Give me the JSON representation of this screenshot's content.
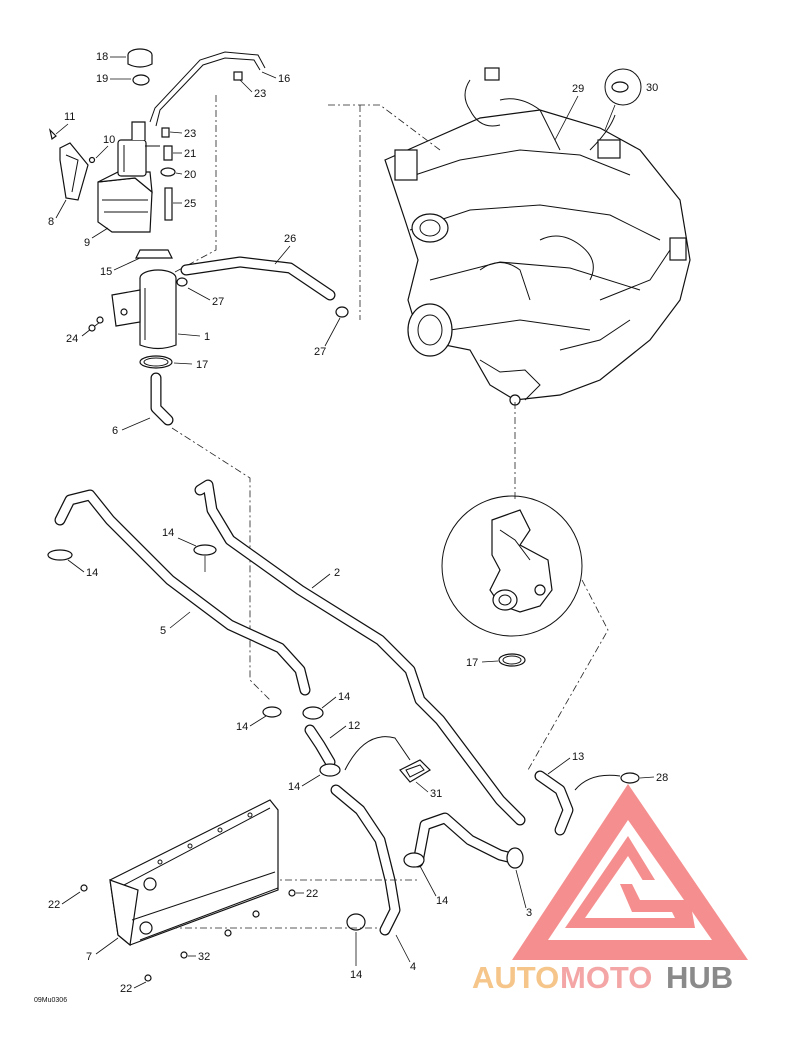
{
  "callouts": {
    "c1": "1",
    "c2": "2",
    "c3": "3",
    "c4": "4",
    "c5": "5",
    "c6": "6",
    "c7": "7",
    "c8": "8",
    "c9": "9",
    "c10": "10",
    "c11": "11",
    "c12": "12",
    "c13": "13",
    "c14a": "14",
    "c14b": "14",
    "c14c": "14",
    "c14d": "14",
    "c14e": "14",
    "c14f": "14",
    "c14g": "14",
    "c15": "15",
    "c16": "16",
    "c17a": "17",
    "c17b": "17",
    "c18": "18",
    "c19": "19",
    "c20": "20",
    "c21": "21",
    "c22a": "22",
    "c22b": "22",
    "c22c": "22",
    "c23a": "23",
    "c23b": "23",
    "c25": "25",
    "c26": "26",
    "c27a": "27",
    "c27b": "27",
    "c28": "28",
    "c29": "29",
    "c30": "30",
    "c31": "31",
    "c32": "32",
    "c24": "24"
  },
  "drawing_code": "09Mu0306",
  "watermark": {
    "part1": "AUTO",
    "part2": "MOTO",
    "part3": "HUB",
    "colors": {
      "auto": "#f5c58a",
      "moto": "#f4a6a6",
      "hub": "#8a8a8a",
      "logo": "#f47c7c"
    }
  }
}
